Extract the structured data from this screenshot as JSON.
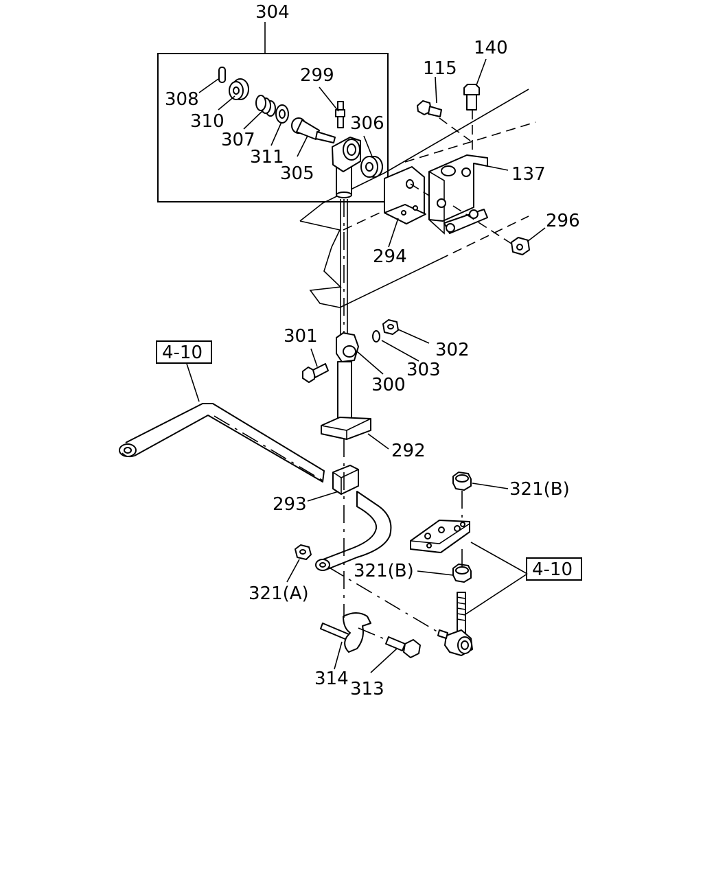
{
  "labels": {
    "p304": "304",
    "p308": "308",
    "p310": "310",
    "p307": "307",
    "p311": "311",
    "p305": "305",
    "p299": "299",
    "p306": "306",
    "p115": "115",
    "p140": "140",
    "p137": "137",
    "p296": "296",
    "p294": "294",
    "p301": "301",
    "p302": "302",
    "p303": "303",
    "p300": "300",
    "p292": "292",
    "p293": "293",
    "p321b_top": "321(B)",
    "p321b_mid": "321(B)",
    "p321a": "321(A)",
    "p314": "314",
    "p313": "313"
  },
  "references": {
    "ref_left": "4-10",
    "ref_right": "4-10"
  }
}
